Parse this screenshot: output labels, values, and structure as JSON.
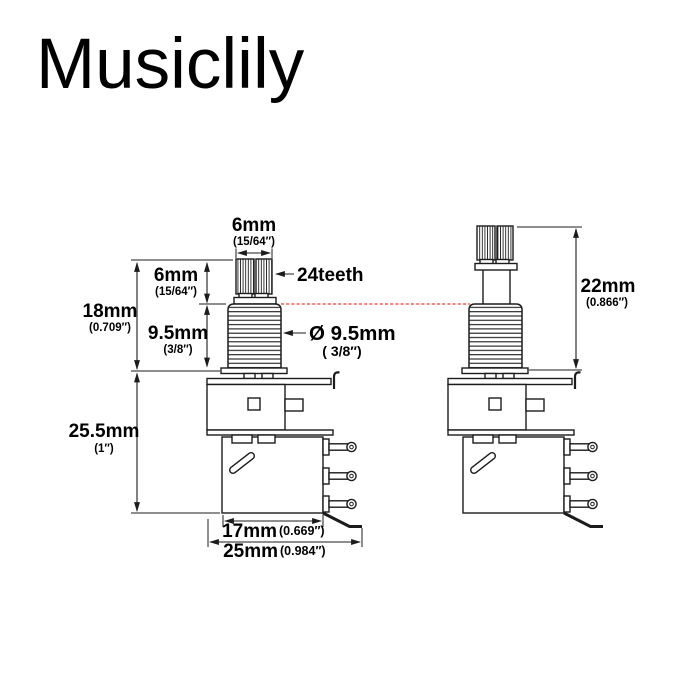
{
  "brand": "Musiclily",
  "drawing": {
    "line_color": "#1c1c1c",
    "reference_line_color": "#ff0000",
    "top_shaft_width": {
      "mm": "6mm",
      "inch": "(15/64″)"
    },
    "side_shaft_height": {
      "mm": "6mm",
      "inch": "(15/64″)"
    },
    "side_bushing_height": {
      "mm": "9.5mm",
      "inch": "(3/8″)"
    },
    "side_total_upper": {
      "mm": "18mm",
      "inch": "(0.709″)"
    },
    "side_total_lower": {
      "mm": "25.5mm",
      "inch": "(1″)"
    },
    "teeth_label": "24teeth",
    "bushing_diameter": {
      "mm": "Ø 9.5mm",
      "inch": "( 3/8″)"
    },
    "pulled_shaft_height": {
      "mm": "22mm",
      "inch": "(0.866″)"
    },
    "switch_body_width": {
      "mm": "17mm",
      "inch": "(0.669″)"
    },
    "overall_width": {
      "mm": "25mm",
      "inch": "(0.984″)"
    }
  }
}
